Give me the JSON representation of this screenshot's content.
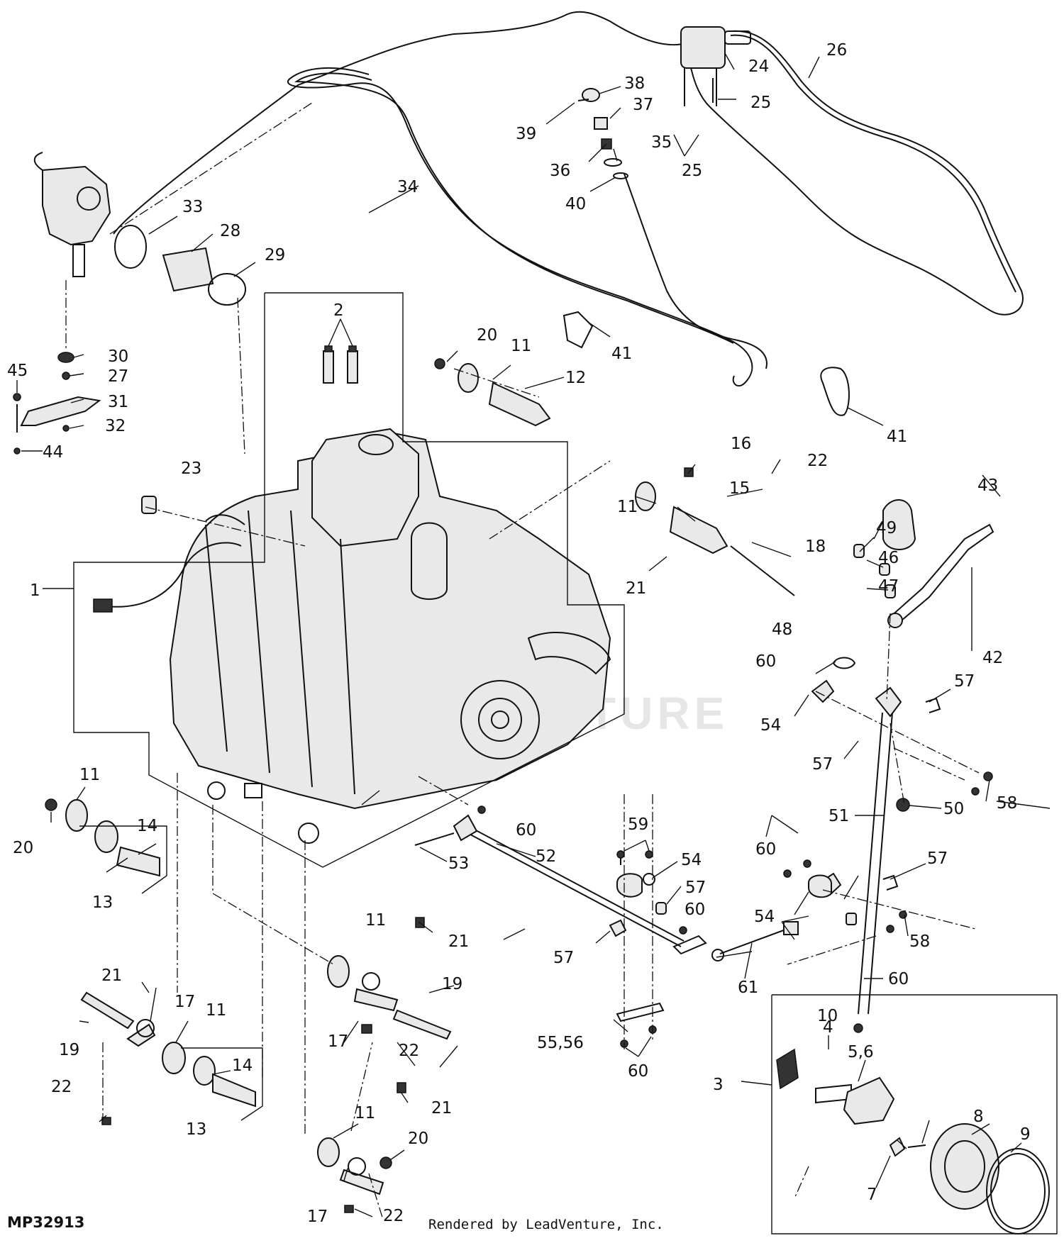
{
  "figure_id": "MP32913",
  "credit": "Rendered by LeadVenture, Inc.",
  "watermark": "ADVENTURE",
  "callouts": [
    {
      "text": "1"
    },
    {
      "text": "2"
    },
    {
      "text": "3"
    },
    {
      "text": "4"
    },
    {
      "text": "5,6"
    },
    {
      "text": "7"
    },
    {
      "text": "8"
    },
    {
      "text": "9"
    },
    {
      "text": "10"
    },
    {
      "text": "11"
    },
    {
      "text": "11"
    },
    {
      "text": "11"
    },
    {
      "text": "11"
    },
    {
      "text": "11"
    },
    {
      "text": "11"
    },
    {
      "text": "12"
    },
    {
      "text": "13"
    },
    {
      "text": "13"
    },
    {
      "text": "14"
    },
    {
      "text": "14"
    },
    {
      "text": "15"
    },
    {
      "text": "16"
    },
    {
      "text": "17"
    },
    {
      "text": "17"
    },
    {
      "text": "17"
    },
    {
      "text": "18"
    },
    {
      "text": "19"
    },
    {
      "text": "19"
    },
    {
      "text": "20"
    },
    {
      "text": "20"
    },
    {
      "text": "20"
    },
    {
      "text": "21"
    },
    {
      "text": "21"
    },
    {
      "text": "21"
    },
    {
      "text": "21"
    },
    {
      "text": "22"
    },
    {
      "text": "22"
    },
    {
      "text": "22"
    },
    {
      "text": "22"
    },
    {
      "text": "23"
    },
    {
      "text": "24"
    },
    {
      "text": "25"
    },
    {
      "text": "25"
    },
    {
      "text": "26"
    },
    {
      "text": "27"
    },
    {
      "text": "28"
    },
    {
      "text": "29"
    },
    {
      "text": "30"
    },
    {
      "text": "31"
    },
    {
      "text": "32"
    },
    {
      "text": "33"
    },
    {
      "text": "34"
    },
    {
      "text": "35"
    },
    {
      "text": "36"
    },
    {
      "text": "37"
    },
    {
      "text": "38"
    },
    {
      "text": "39"
    },
    {
      "text": "40"
    },
    {
      "text": "41"
    },
    {
      "text": "41"
    },
    {
      "text": "42"
    },
    {
      "text": "43"
    },
    {
      "text": "44"
    },
    {
      "text": "45"
    },
    {
      "text": "46"
    },
    {
      "text": "47"
    },
    {
      "text": "48"
    },
    {
      "text": "49"
    },
    {
      "text": "50"
    },
    {
      "text": "51"
    },
    {
      "text": "52"
    },
    {
      "text": "53"
    },
    {
      "text": "54"
    },
    {
      "text": "54"
    },
    {
      "text": "54"
    },
    {
      "text": "55,56"
    },
    {
      "text": "57"
    },
    {
      "text": "57"
    },
    {
      "text": "57"
    },
    {
      "text": "57"
    },
    {
      "text": "57"
    },
    {
      "text": "58"
    },
    {
      "text": "58"
    },
    {
      "text": "59"
    },
    {
      "text": "60"
    },
    {
      "text": "60"
    },
    {
      "text": "60"
    },
    {
      "text": "60"
    },
    {
      "text": "60"
    },
    {
      "text": "60"
    },
    {
      "text": "61"
    }
  ]
}
